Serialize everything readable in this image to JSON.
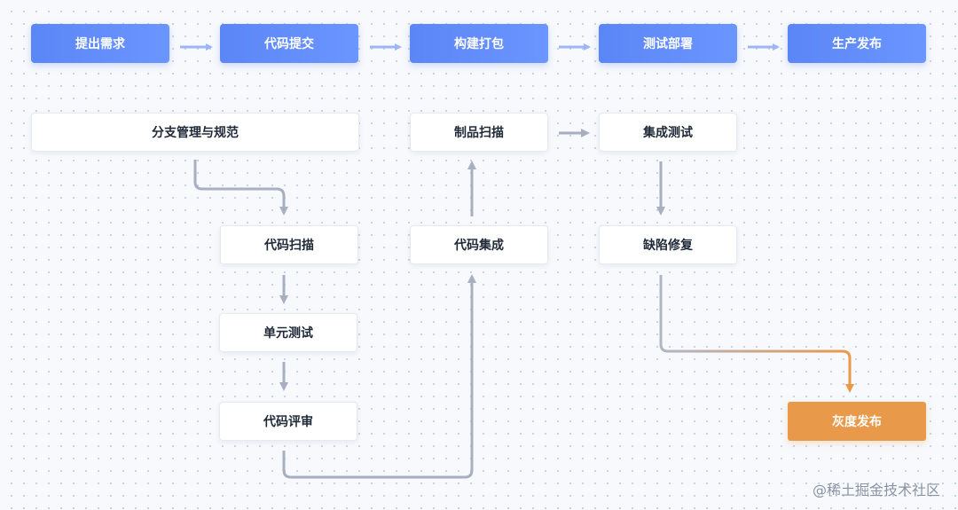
{
  "stages": [
    {
      "id": "requirement",
      "label": "提出需求"
    },
    {
      "id": "commit",
      "label": "代码提交"
    },
    {
      "id": "build",
      "label": "构建打包"
    },
    {
      "id": "deploy",
      "label": "测试部署"
    },
    {
      "id": "release",
      "label": "生产发布"
    }
  ],
  "steps": {
    "branch_management": "分支管理与规范",
    "artifact_scan": "制品扫描",
    "integration_test": "集成测试",
    "code_scan": "代码扫描",
    "code_integration": "代码集成",
    "bug_fix": "缺陷修复",
    "unit_test": "单元测试",
    "code_review": "代码评审",
    "canary_release": "灰度发布"
  },
  "watermark": "@稀土掘金技术社区",
  "colors": {
    "stage": "#5b86f6",
    "step_bg": "#ffffff",
    "connector": "#a7afc0",
    "stage_arrow": "#9db6f8",
    "release": "#e8994a"
  }
}
